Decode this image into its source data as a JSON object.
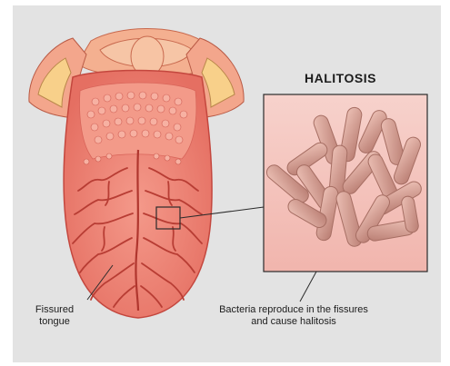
{
  "figure": {
    "title": "HALITOSIS",
    "labels": {
      "fissured_line1": "Fissured",
      "fissured_line2": "tongue",
      "bacteria_line1": "Bacteria reproduce in the fissures",
      "bacteria_line2": "and cause halitosis"
    },
    "colors": {
      "background": "#e3e3e3",
      "tongue": "#f0877a",
      "tongue_dark": "#c4473e",
      "papillae": "#f6a898",
      "throat": "#f2a98a",
      "inset_bg": "#f6c9c4",
      "inset_border": "#2b2b2b",
      "bacteria": "#c99086",
      "bacteria_highlight": "#ecc0b5"
    },
    "icons": [
      "tongue-illustration",
      "bacteria-cluster"
    ]
  }
}
